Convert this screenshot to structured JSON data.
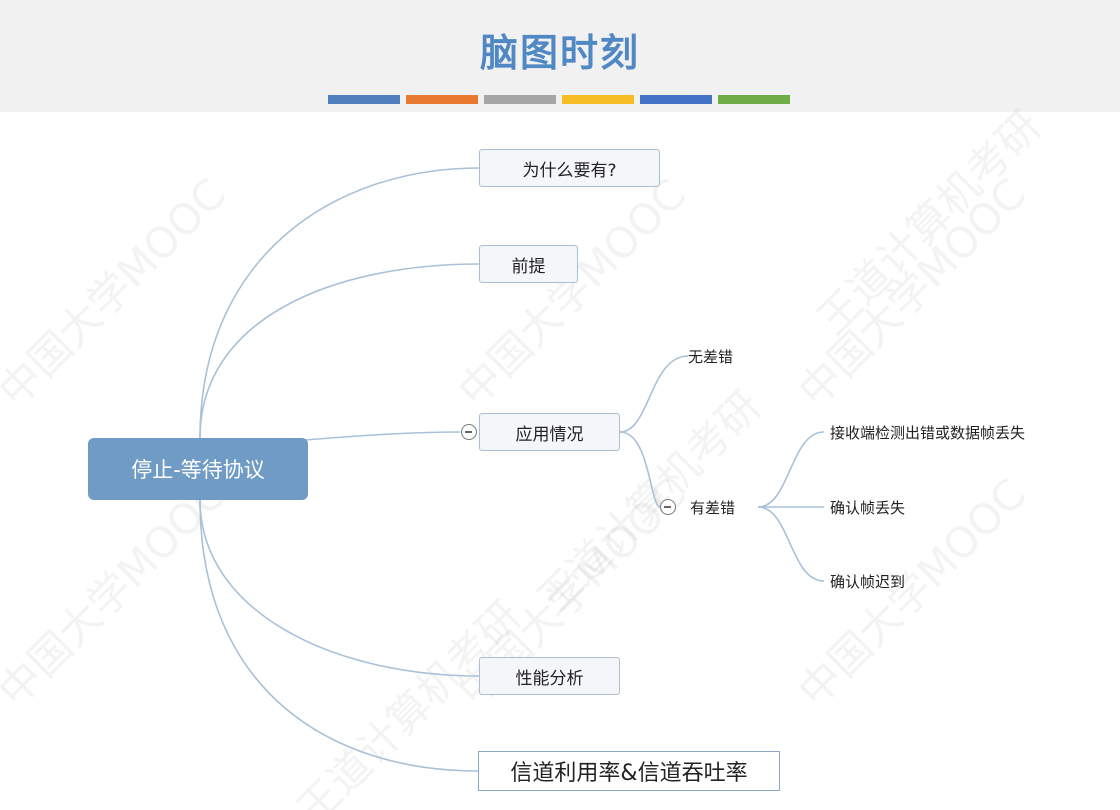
{
  "header": {
    "title": "脑图时刻",
    "bar_colors": [
      "#4f80bd",
      "#e87a30",
      "#a5a5a5",
      "#f6bd24",
      "#4472c4",
      "#70ad47"
    ]
  },
  "mindmap": {
    "root": "停止-等待协议",
    "branches": {
      "why": "为什么要有?",
      "premise": "前提",
      "application": "应用情况",
      "no_error": "无差错",
      "has_error": "有差错",
      "error_cases": [
        "接收端检测出错或数据帧丢失",
        "确认帧丢失",
        "确认帧迟到"
      ],
      "performance": "性能分析",
      "utilization": "信道利用率&信道吞吐率"
    }
  },
  "watermark": {
    "text1": "中国大学MOOC",
    "text2": "王道计算机考研"
  },
  "colors": {
    "root_fill": "#6f9bc4",
    "link_line": "#a9c1d8",
    "title": "#4f88c2"
  }
}
